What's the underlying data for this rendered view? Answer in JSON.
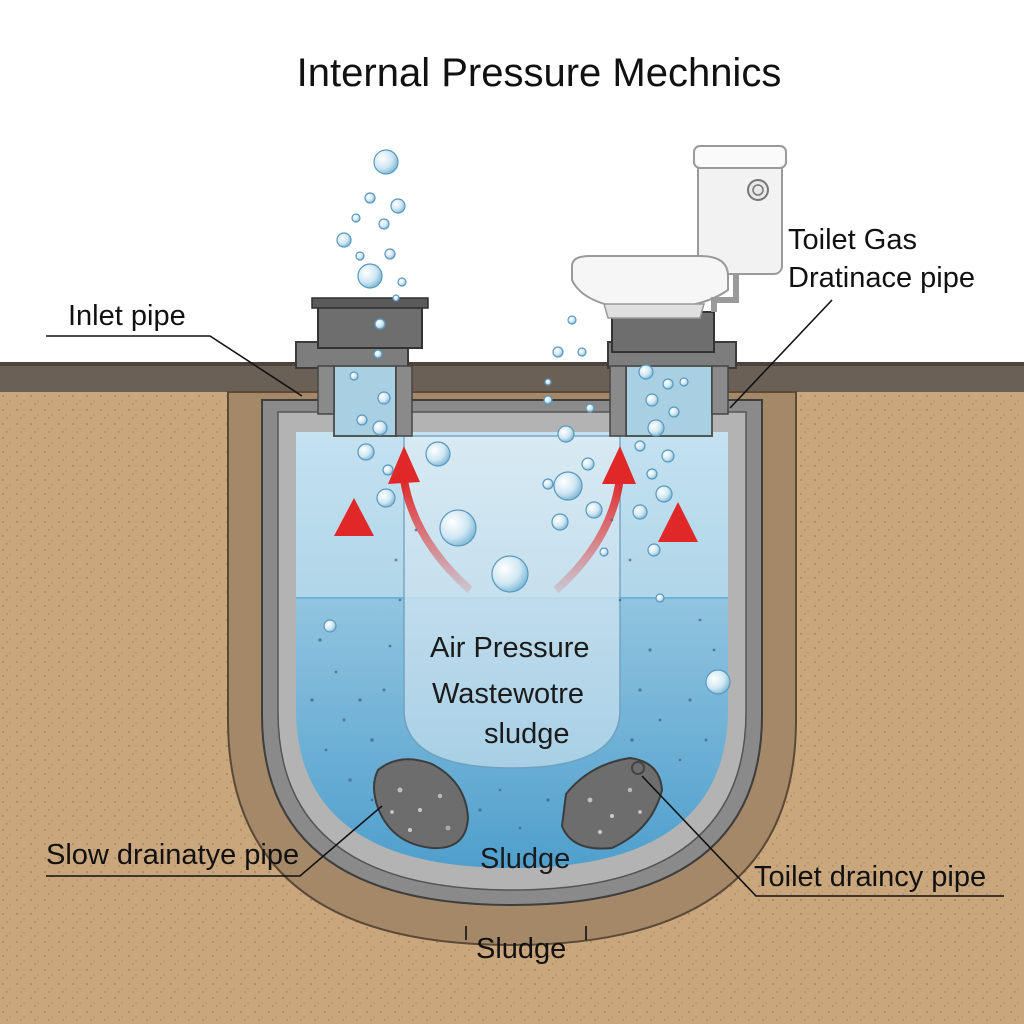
{
  "title": "Internal Pressure Mechnics",
  "labels": {
    "inlet_pipe": "Inlet pipe",
    "toilet_gas_line1": "Toilet Gas",
    "toilet_gas_line2": "Dratinace pipe",
    "air_pressure": "Air Pressure",
    "wastewater_line1": "Wastewotre",
    "wastewater_line2": "sludge",
    "slow_drainage_pipe": "Slow drainatye pipe",
    "sludge_inner": "Sludge",
    "toilet_drainage_pipe": "Toilet draincy pipe",
    "sludge_bottom": "Sludge"
  },
  "colors": {
    "soil": "#c9a67c",
    "ground_surface": "#6a6055",
    "water": "#8fc3df",
    "water_deep": "#5ea9d3",
    "pipe": "#8a8a8a",
    "arrow": "#e02828",
    "sludge": "#6d6d6d"
  }
}
